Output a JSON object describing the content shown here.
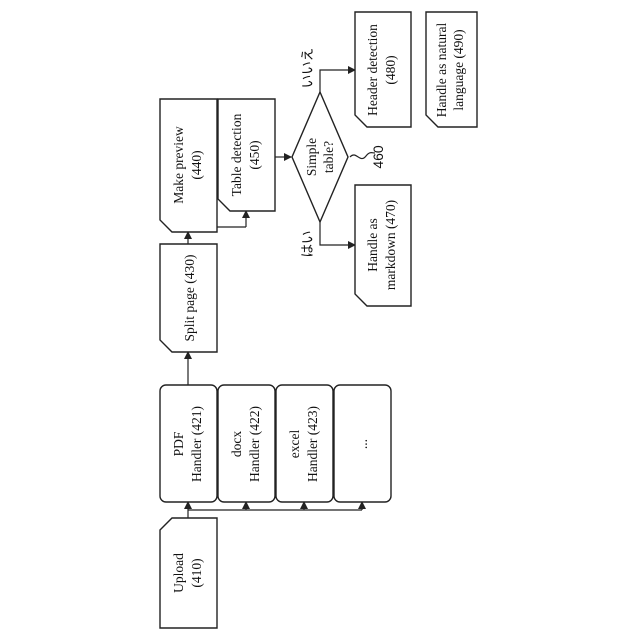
{
  "nodes": {
    "upload": {
      "line1": "Upload",
      "line2": "(410)"
    },
    "pdf_handler": {
      "line1": "PDF",
      "line2": "Handler (421)"
    },
    "docx_handler": {
      "line1": "docx",
      "line2": "Handler (422)"
    },
    "excel_handler": {
      "line1": "excel",
      "line2": "Handler (423)"
    },
    "more_handlers": {
      "line1": "..."
    },
    "split_page": {
      "line1": "Split page (430)"
    },
    "make_preview": {
      "line1": "Make preview",
      "line2": "(440)"
    },
    "table_detection": {
      "line1": "Table detection",
      "line2": "(450)"
    },
    "simple_table": {
      "line1": "Simple",
      "line2": "table?"
    },
    "decision_ref": "460",
    "yes_label": "はい",
    "no_label": "いいえ",
    "handle_markdown": {
      "line1": "Handle as",
      "line2": "markdown (470)"
    },
    "header_detection": {
      "line1": "Header detection",
      "line2": "(480)"
    },
    "handle_natural": {
      "line1": "Handle as natural",
      "line2": "language (490)"
    }
  }
}
